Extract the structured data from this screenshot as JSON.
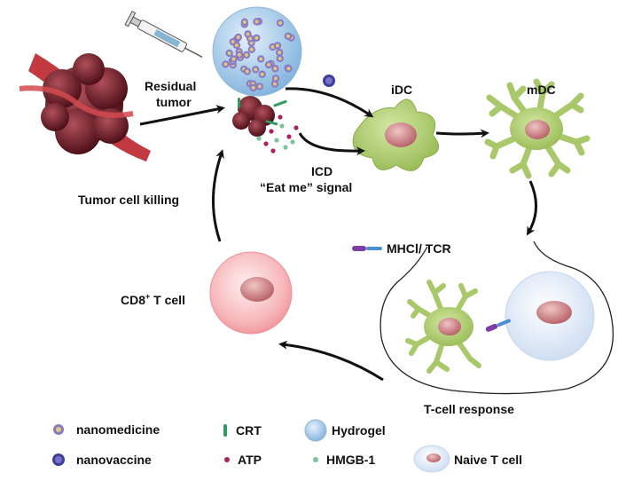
{
  "labels": {
    "residual_1": "Residual",
    "residual_2": "tumor",
    "idc": "iDC",
    "mdc": "mDC",
    "icd": "ICD",
    "eat_me": "“Eat me” signal",
    "tumor_killing": "Tumor cell killing",
    "mhc_tcr": "MHCⅠ/ TCR",
    "cd8_main": "CD8",
    "cd8_sup": "+",
    "cd8_tail": " T cell",
    "tcell_response": "T-cell response"
  },
  "legend": {
    "nanomedicine": "nanomedicine",
    "nanovaccine": "nanovaccine",
    "crt": "CRT",
    "atp": "ATP",
    "hydrogel": "Hydrogel",
    "hmgb1": "HMGB-1",
    "naive_tcell": "Naive T cell"
  },
  "colors": {
    "tumor": "#7a2530",
    "vessel": "#b8323a",
    "hydrogel": "#a9cdea",
    "dc_green": "#a9c86a",
    "nucleus": "#c97a7e",
    "cd8_cell": "#f4a3a8",
    "naive_cell": "#dce8f6",
    "crt": "#2f9a64",
    "atp": "#a8245e",
    "hmgb1": "#7cc3a0"
  }
}
